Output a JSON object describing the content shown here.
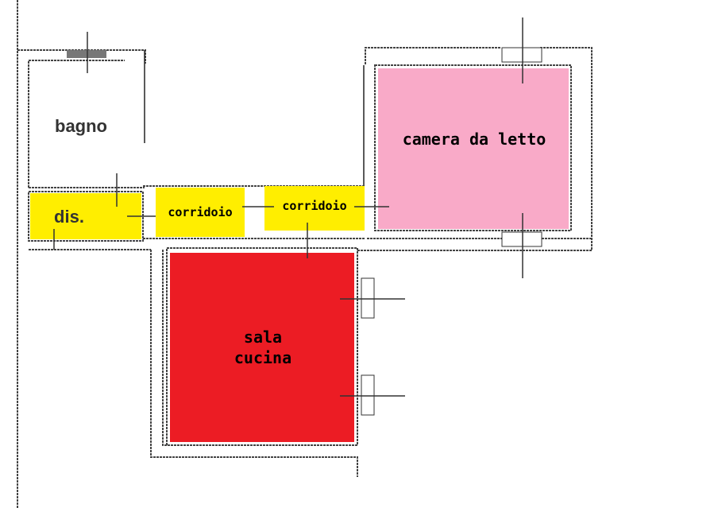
{
  "rooms": {
    "bagno": {
      "label": "bagno"
    },
    "dis": {
      "label": "dis.",
      "color": "#ffee00"
    },
    "corridoio_1": {
      "label": "corridoio",
      "color": "#ffee00"
    },
    "corridoio_2": {
      "label": "corridoio",
      "color": "#ffee00"
    },
    "camera": {
      "label": "camera da letto",
      "color": "#f9aac8"
    },
    "sala": {
      "label_line1": "sala",
      "label_line2": "cucina",
      "color": "#ec1c24"
    }
  }
}
